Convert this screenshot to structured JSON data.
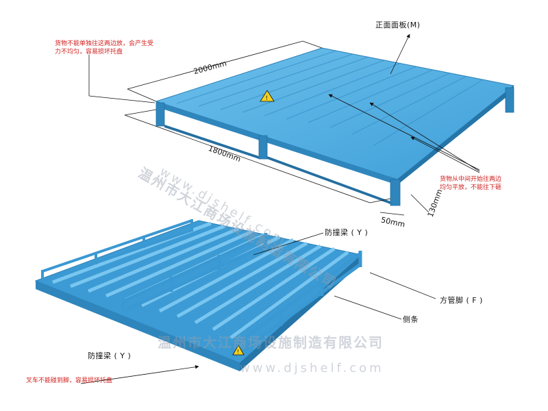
{
  "colors": {
    "pallet_blue": "#4aa8de",
    "pallet_dark": "#2c7fb5",
    "warning_red": "#d0201e"
  },
  "labels": {
    "top_panel": "正面面板(M)",
    "anti_collision_top": "防撞梁 ( Y )",
    "anti_collision_bottom": "防撞梁 ( Y )",
    "square_tube_foot": "方管脚 ( F )",
    "side_strip": "侧条"
  },
  "dimensions": {
    "length": "2000mm",
    "width": "1800mm",
    "foot_width": "50mm",
    "height": "130mm"
  },
  "warnings": {
    "edge_load_line1": "货物不能单独往这两边放，会产生受",
    "edge_load_line2": "力不均匀，容易损坏托盘",
    "center_load_line1": "货物从中间开始往两边",
    "center_load_line2": "均匀平放，不能往下砸",
    "forklift": "叉车不能碰到脚，容易损坏托盘"
  },
  "watermark": {
    "company": "温州市大江商场设施制造有限公司",
    "url": "www.djshelf.com"
  },
  "icons": [
    "warning-triangle-icon",
    "warning-triangle-icon"
  ]
}
